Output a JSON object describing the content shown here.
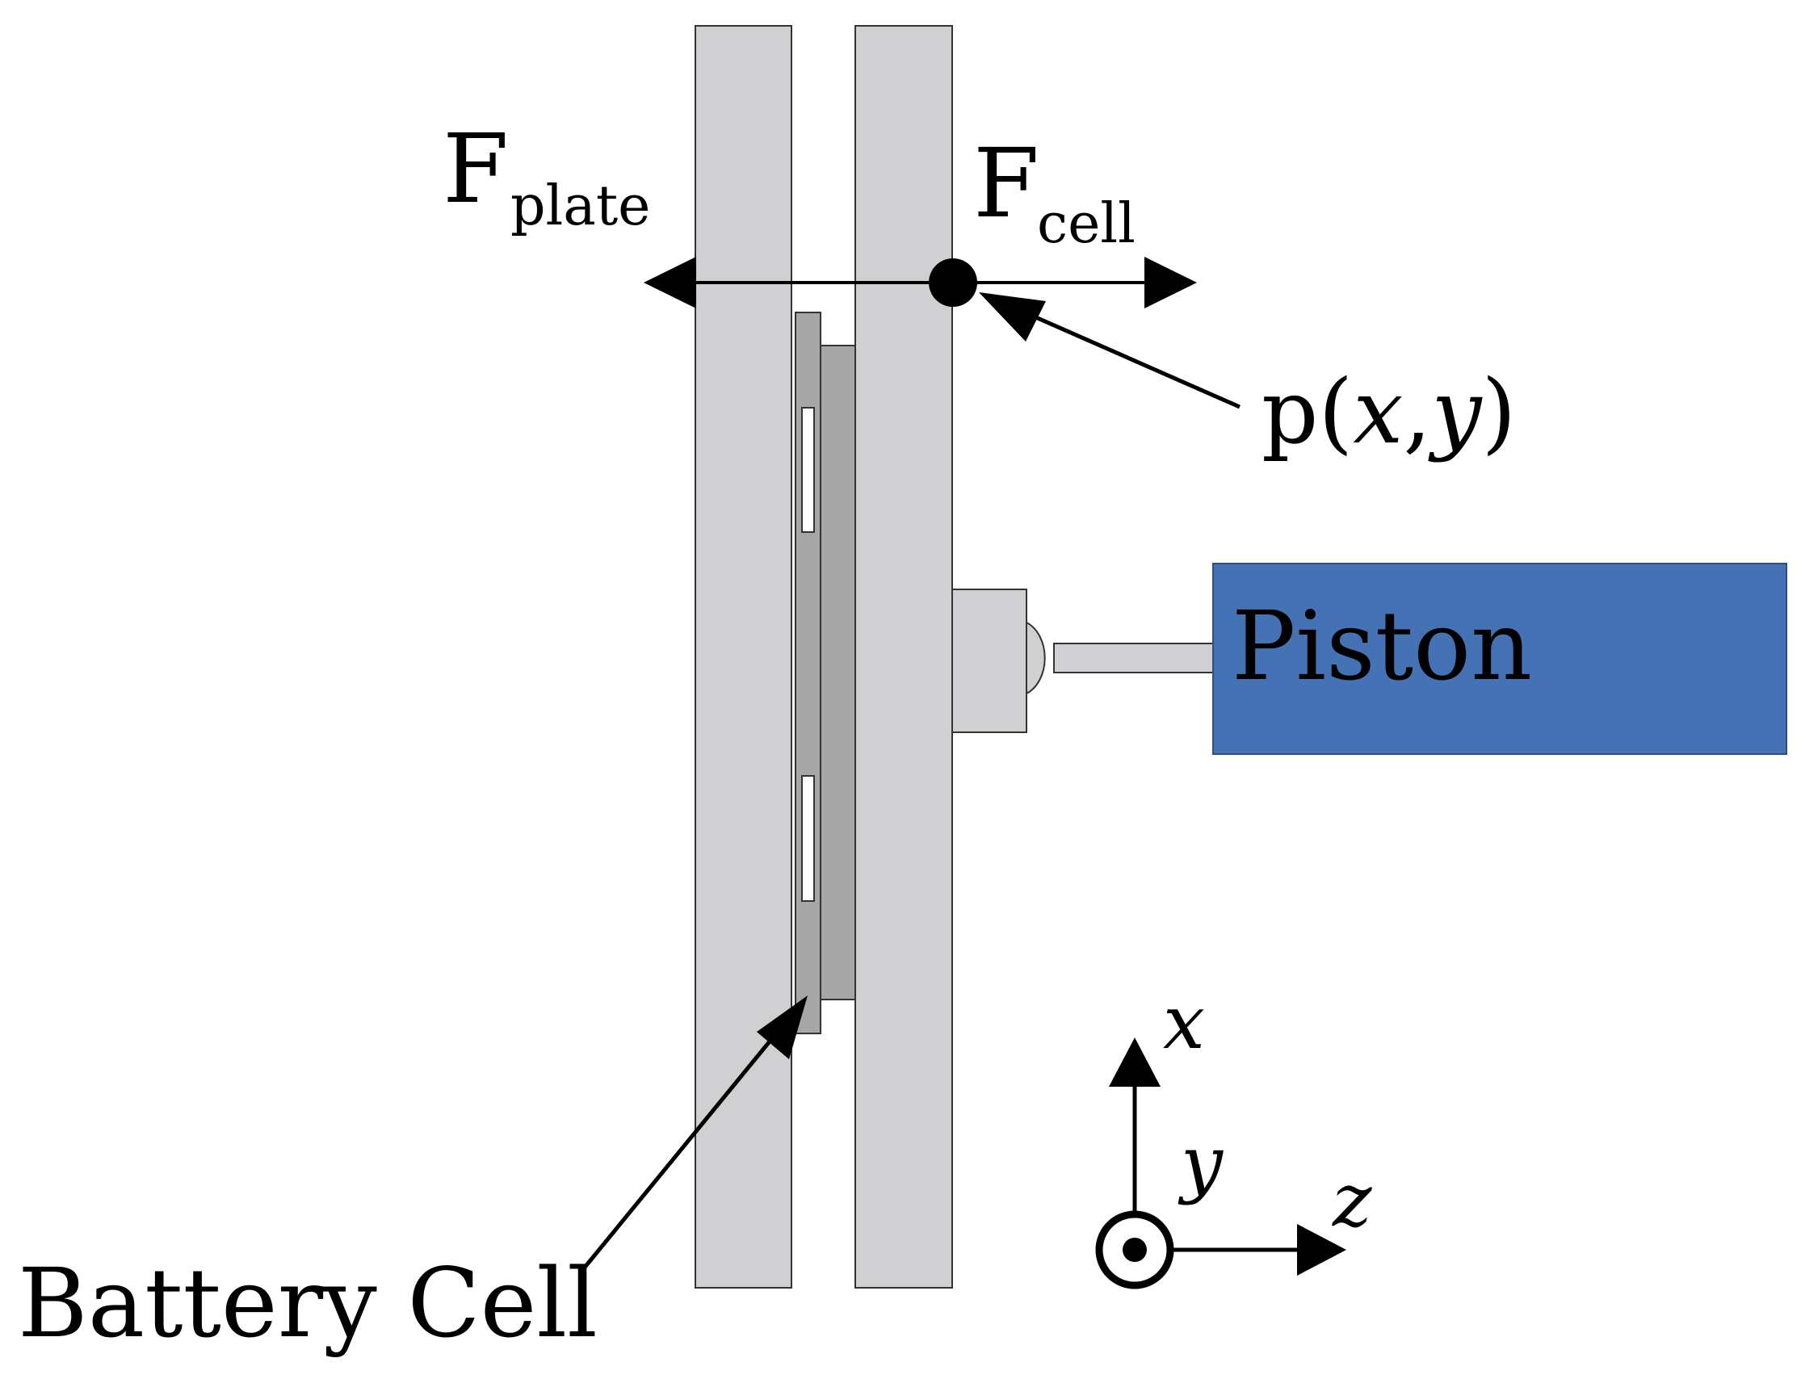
{
  "labels": {
    "f_plate_main": "F",
    "f_plate_sub": "plate",
    "f_cell_main": "F",
    "f_cell_sub": "cell",
    "point_prefix": "p(",
    "point_x": "x",
    "point_comma": ",",
    "point_y": "y",
    "point_suffix": ")",
    "piston": "Piston",
    "battery_cell": "Battery Cell"
  },
  "axes": {
    "x": "x",
    "y": "y",
    "z": "z"
  },
  "colors": {
    "plate_fill": "#d0cfd1",
    "cell_fill": "#a6a6a6",
    "piston_fill": "#4472b4",
    "ink": "#000000"
  }
}
